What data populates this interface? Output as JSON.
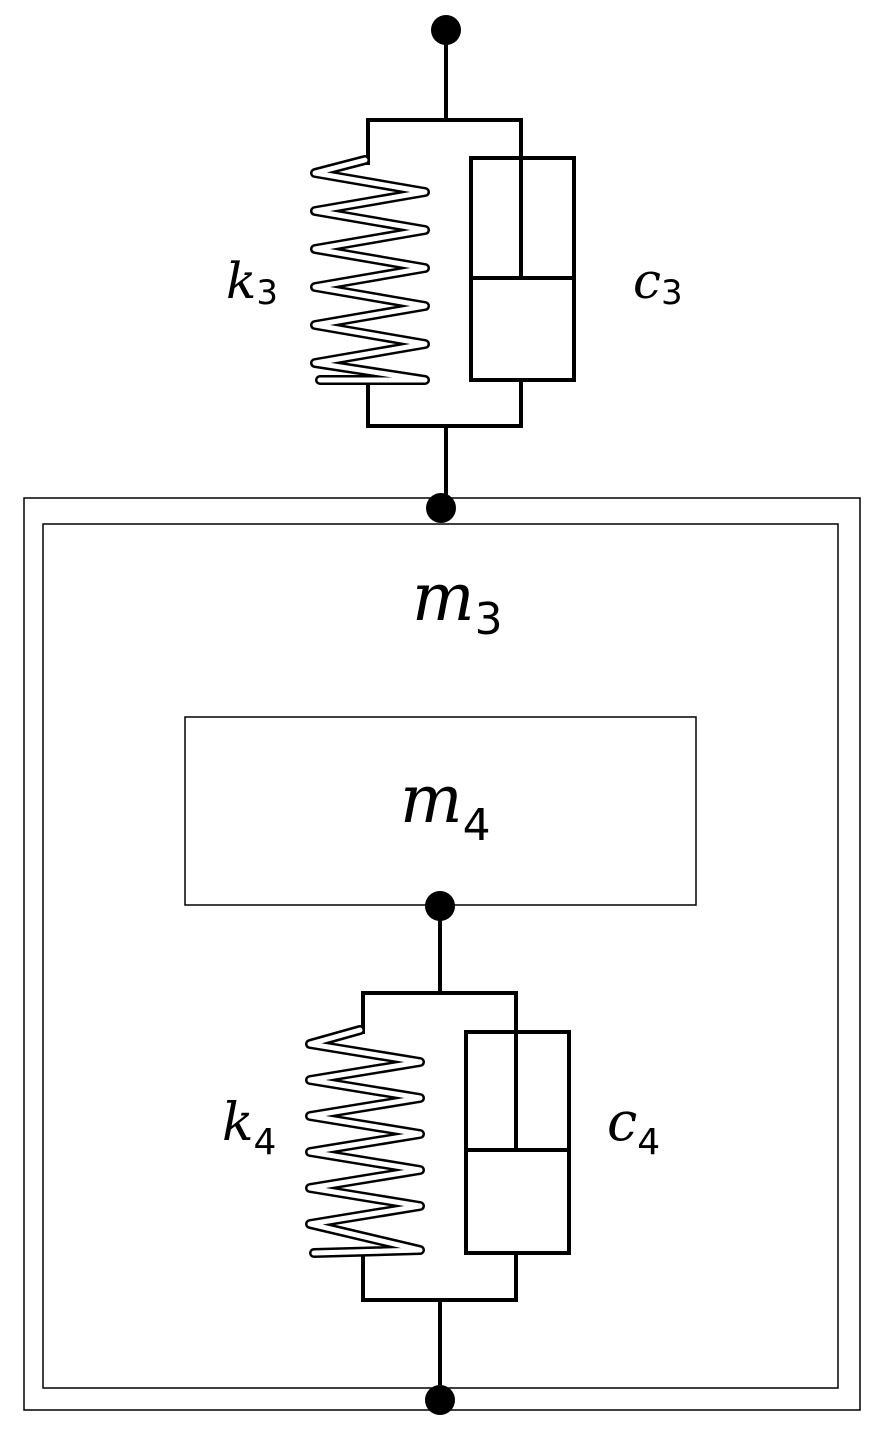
{
  "labels": {
    "k3_base": "k",
    "k3_sub": "3",
    "c3_base": "c",
    "c3_sub": "3",
    "m3_base": "m",
    "m3_sub": "3",
    "m4_base": "m",
    "m4_sub": "4",
    "k4_base": "k",
    "k4_sub": "4",
    "c4_base": "c",
    "c4_sub": "4"
  }
}
